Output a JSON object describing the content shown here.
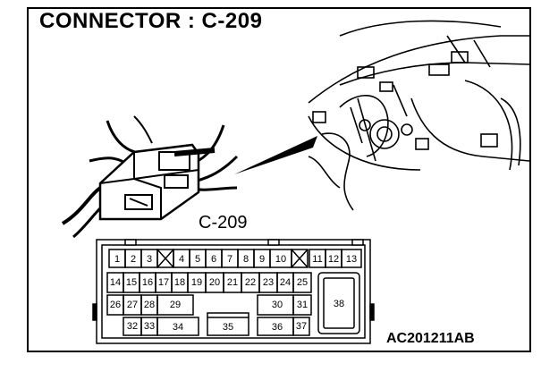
{
  "title": "CONNECTOR : C-209",
  "connector_label": "C-209",
  "figure_code": "AC201211AB",
  "pins": [
    "1",
    "2",
    "3",
    "4",
    "5",
    "6",
    "7",
    "8",
    "9",
    "10",
    "11",
    "12",
    "13",
    "14",
    "15",
    "16",
    "17",
    "18",
    "19",
    "20",
    "21",
    "22",
    "23",
    "24",
    "25",
    "26",
    "27",
    "28",
    "29",
    "30",
    "31",
    "32",
    "33",
    "34",
    "35",
    "36",
    "37",
    "38"
  ]
}
